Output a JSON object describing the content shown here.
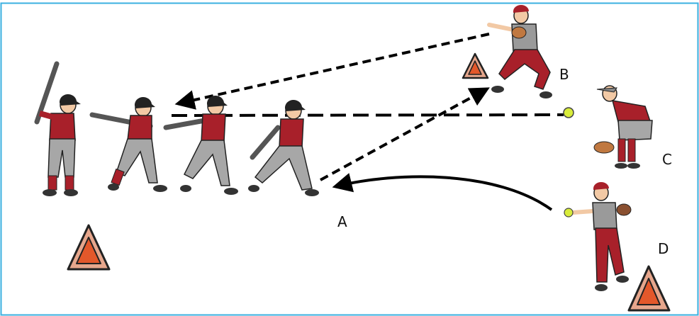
{
  "labels": {
    "a": "A",
    "b": "B",
    "c": "C",
    "d": "D"
  },
  "colors": {
    "border": "#3bb0e0",
    "jersey": "#a8202a",
    "pants": "#a7a7a7",
    "helmet": "#222222",
    "cone_outer": "#e6a68c",
    "cone_inner": "#e3582b",
    "ball": "#d8ec3a",
    "glove": "#c07840",
    "path": "#000000"
  },
  "icons": [
    "batter-figure",
    "fielder-figure",
    "cone-icon",
    "ball-icon"
  ]
}
